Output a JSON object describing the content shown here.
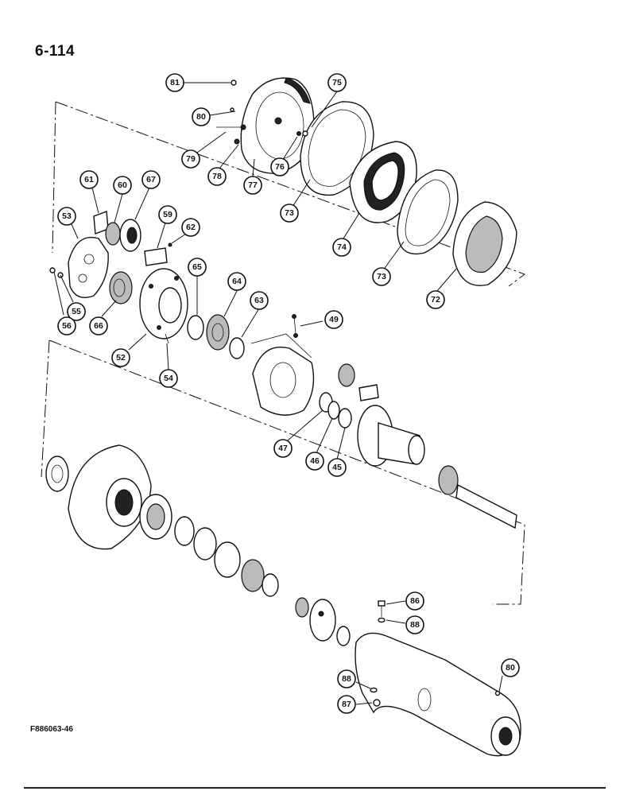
{
  "page_number": "6-114",
  "figure_code": "F886063-46",
  "callouts": {
    "c81": "81",
    "c80a": "80",
    "c79": "79",
    "c78": "78",
    "c77": "77",
    "c76": "76",
    "c75": "75",
    "c73a": "73",
    "c74": "74",
    "c73b": "73",
    "c72": "72",
    "c61": "61",
    "c60": "60",
    "c67": "67",
    "c53": "53",
    "c59": "59",
    "c62": "62",
    "c55": "55",
    "c56": "56",
    "c66": "66",
    "c65": "65",
    "c64": "64",
    "c63": "63",
    "c49": "49",
    "c52": "52",
    "c54": "54",
    "c47": "47",
    "c46": "46",
    "c45": "45",
    "c86": "86",
    "c88a": "88",
    "c80b": "80",
    "c88b": "88",
    "c87": "87"
  }
}
